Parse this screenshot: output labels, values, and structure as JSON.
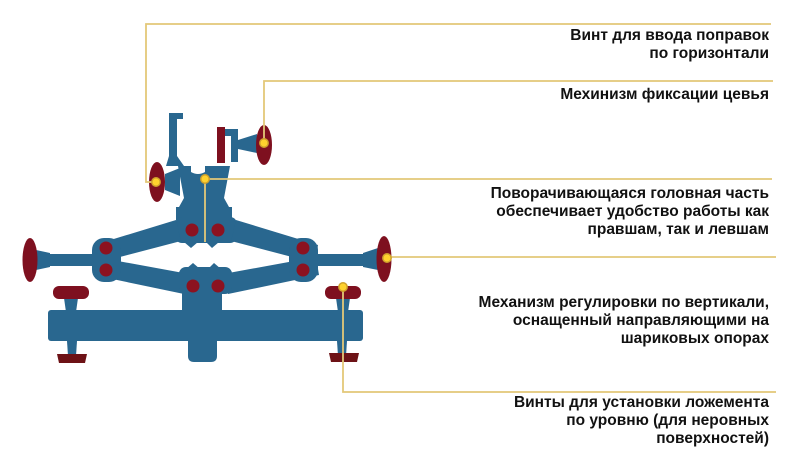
{
  "callouts": [
    {
      "id": "windage-screw",
      "lines": [
        "Винт для ввода поправок",
        "по горизонтали"
      ]
    },
    {
      "id": "forend-clamp",
      "lines": [
        "Мехинизм фиксации цевья"
      ]
    },
    {
      "id": "rotating-head",
      "lines": [
        "Поворачивающаяся головная часть",
        "обеспечивает удобство работы как",
        "правшам, так и левшам"
      ]
    },
    {
      "id": "vertical-adjustment",
      "lines": [
        "Механизм регулировки по вертикали,",
        "оснащенный направляющими на",
        "шариковых опорах"
      ]
    },
    {
      "id": "leveling-screws",
      "lines": [
        "Винты для установки ложемента",
        "по уровню (для неровных",
        "поверхностей)"
      ]
    }
  ],
  "colors": {
    "machine_body": "#29678f",
    "knobs": "#7e101f",
    "pivots": "#8c1220",
    "feet": "#6d1216",
    "callout_line": "#e3c878",
    "callout_dot": "#ffd22e",
    "callout_dot_ring": "#cfa12c",
    "label_text": "#111111",
    "background": "#ffffff"
  }
}
